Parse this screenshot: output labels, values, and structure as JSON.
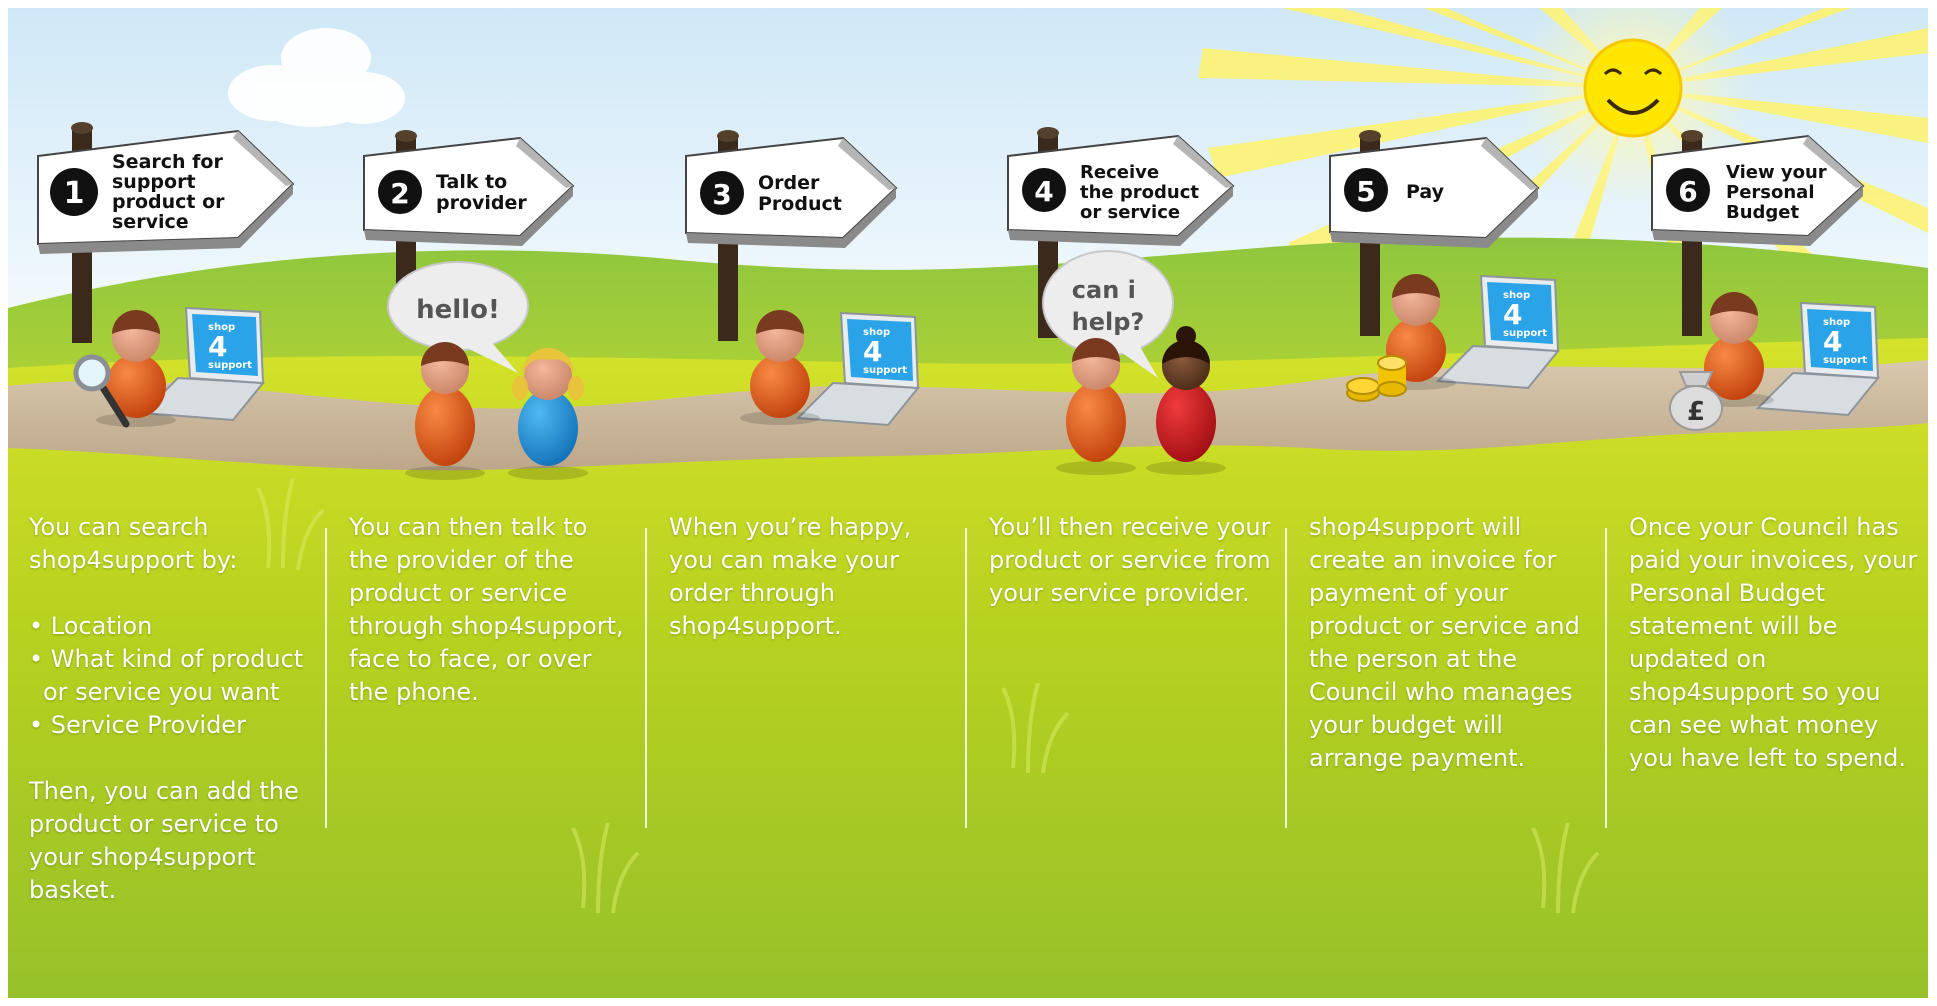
{
  "colors": {
    "sky_top": "#cfe8f7",
    "grass": "#a9cc1e",
    "path": "#c9b59a",
    "sign": "#ffffff",
    "sign_dark": "#1a1a1a",
    "person_orange": "#d9531e",
    "person_blue": "#1d8fd6",
    "person_red": "#c8141e",
    "sun": "#ffe600"
  },
  "steps": [
    {
      "number": "1",
      "sign_lines": [
        "Search for",
        "support",
        "product or",
        "service"
      ],
      "props": [
        "magnifier-icon",
        "laptop-icon"
      ],
      "description": {
        "intro": "You can search shop4support by:",
        "bullets": [
          "Location",
          "What kind of product or service you want",
          "Service Provider"
        ],
        "outro": "Then, you can add the product or service to your shop4support basket."
      }
    },
    {
      "number": "2",
      "sign_lines": [
        "Talk to",
        "provider"
      ],
      "speech": "hello!",
      "props": [
        "speech-bubble-icon"
      ],
      "description": {
        "intro": "You can then talk to the provider of the product or service through shop4support, face to face, or over the phone."
      }
    },
    {
      "number": "3",
      "sign_lines": [
        "Order",
        "Product"
      ],
      "props": [
        "laptop-icon"
      ],
      "description": {
        "intro": "When you’re happy, you can make your order through shop4support."
      }
    },
    {
      "number": "4",
      "sign_lines": [
        "Receive",
        "the product",
        "or service"
      ],
      "speech_lines": [
        "can i",
        "help?"
      ],
      "props": [
        "speech-bubble-icon"
      ],
      "description": {
        "intro": "You’ll then receive your product or service from your service provider."
      }
    },
    {
      "number": "5",
      "sign_lines": [
        "Pay"
      ],
      "props": [
        "coins-icon",
        "laptop-icon"
      ],
      "description": {
        "intro": "shop4support will create an invoice for payment of your product or service and the person at the Council who manages your budget will arrange payment."
      }
    },
    {
      "number": "6",
      "sign_lines": [
        "View your",
        "Personal",
        "Budget"
      ],
      "props": [
        "money-bag-icon",
        "laptop-icon"
      ],
      "description": {
        "intro": "Once your Council has paid your invoices, your Personal Budget statement will be updated on shop4support so you can see what money you have left to spend."
      }
    }
  ],
  "laptop_screen": {
    "top": "shop",
    "middle": "4",
    "bottom": "support"
  },
  "money_bag_symbol": "£"
}
